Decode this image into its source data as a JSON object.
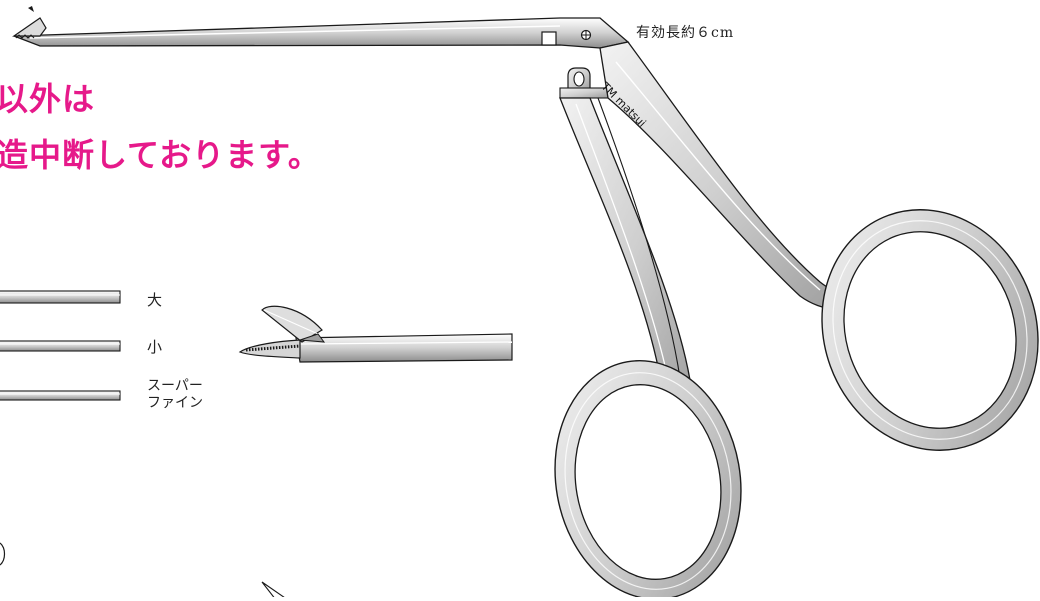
{
  "notice": {
    "line1": "以外は",
    "line2": "造中断しております。",
    "color": "#e6198a"
  },
  "instrument": {
    "effective_length_label": "有効長約６cm",
    "brand_mark": "TM matsui"
  },
  "tip_sizes": [
    {
      "label": "大"
    },
    {
      "label": "小"
    },
    {
      "label_line1": "スーパー",
      "label_line2": "ファイン"
    }
  ],
  "colors": {
    "line": "#1a1a1a",
    "metal_light": "#e4e4e4",
    "metal_mid": "#bdbdbd",
    "metal_dark": "#8e8e8e"
  }
}
